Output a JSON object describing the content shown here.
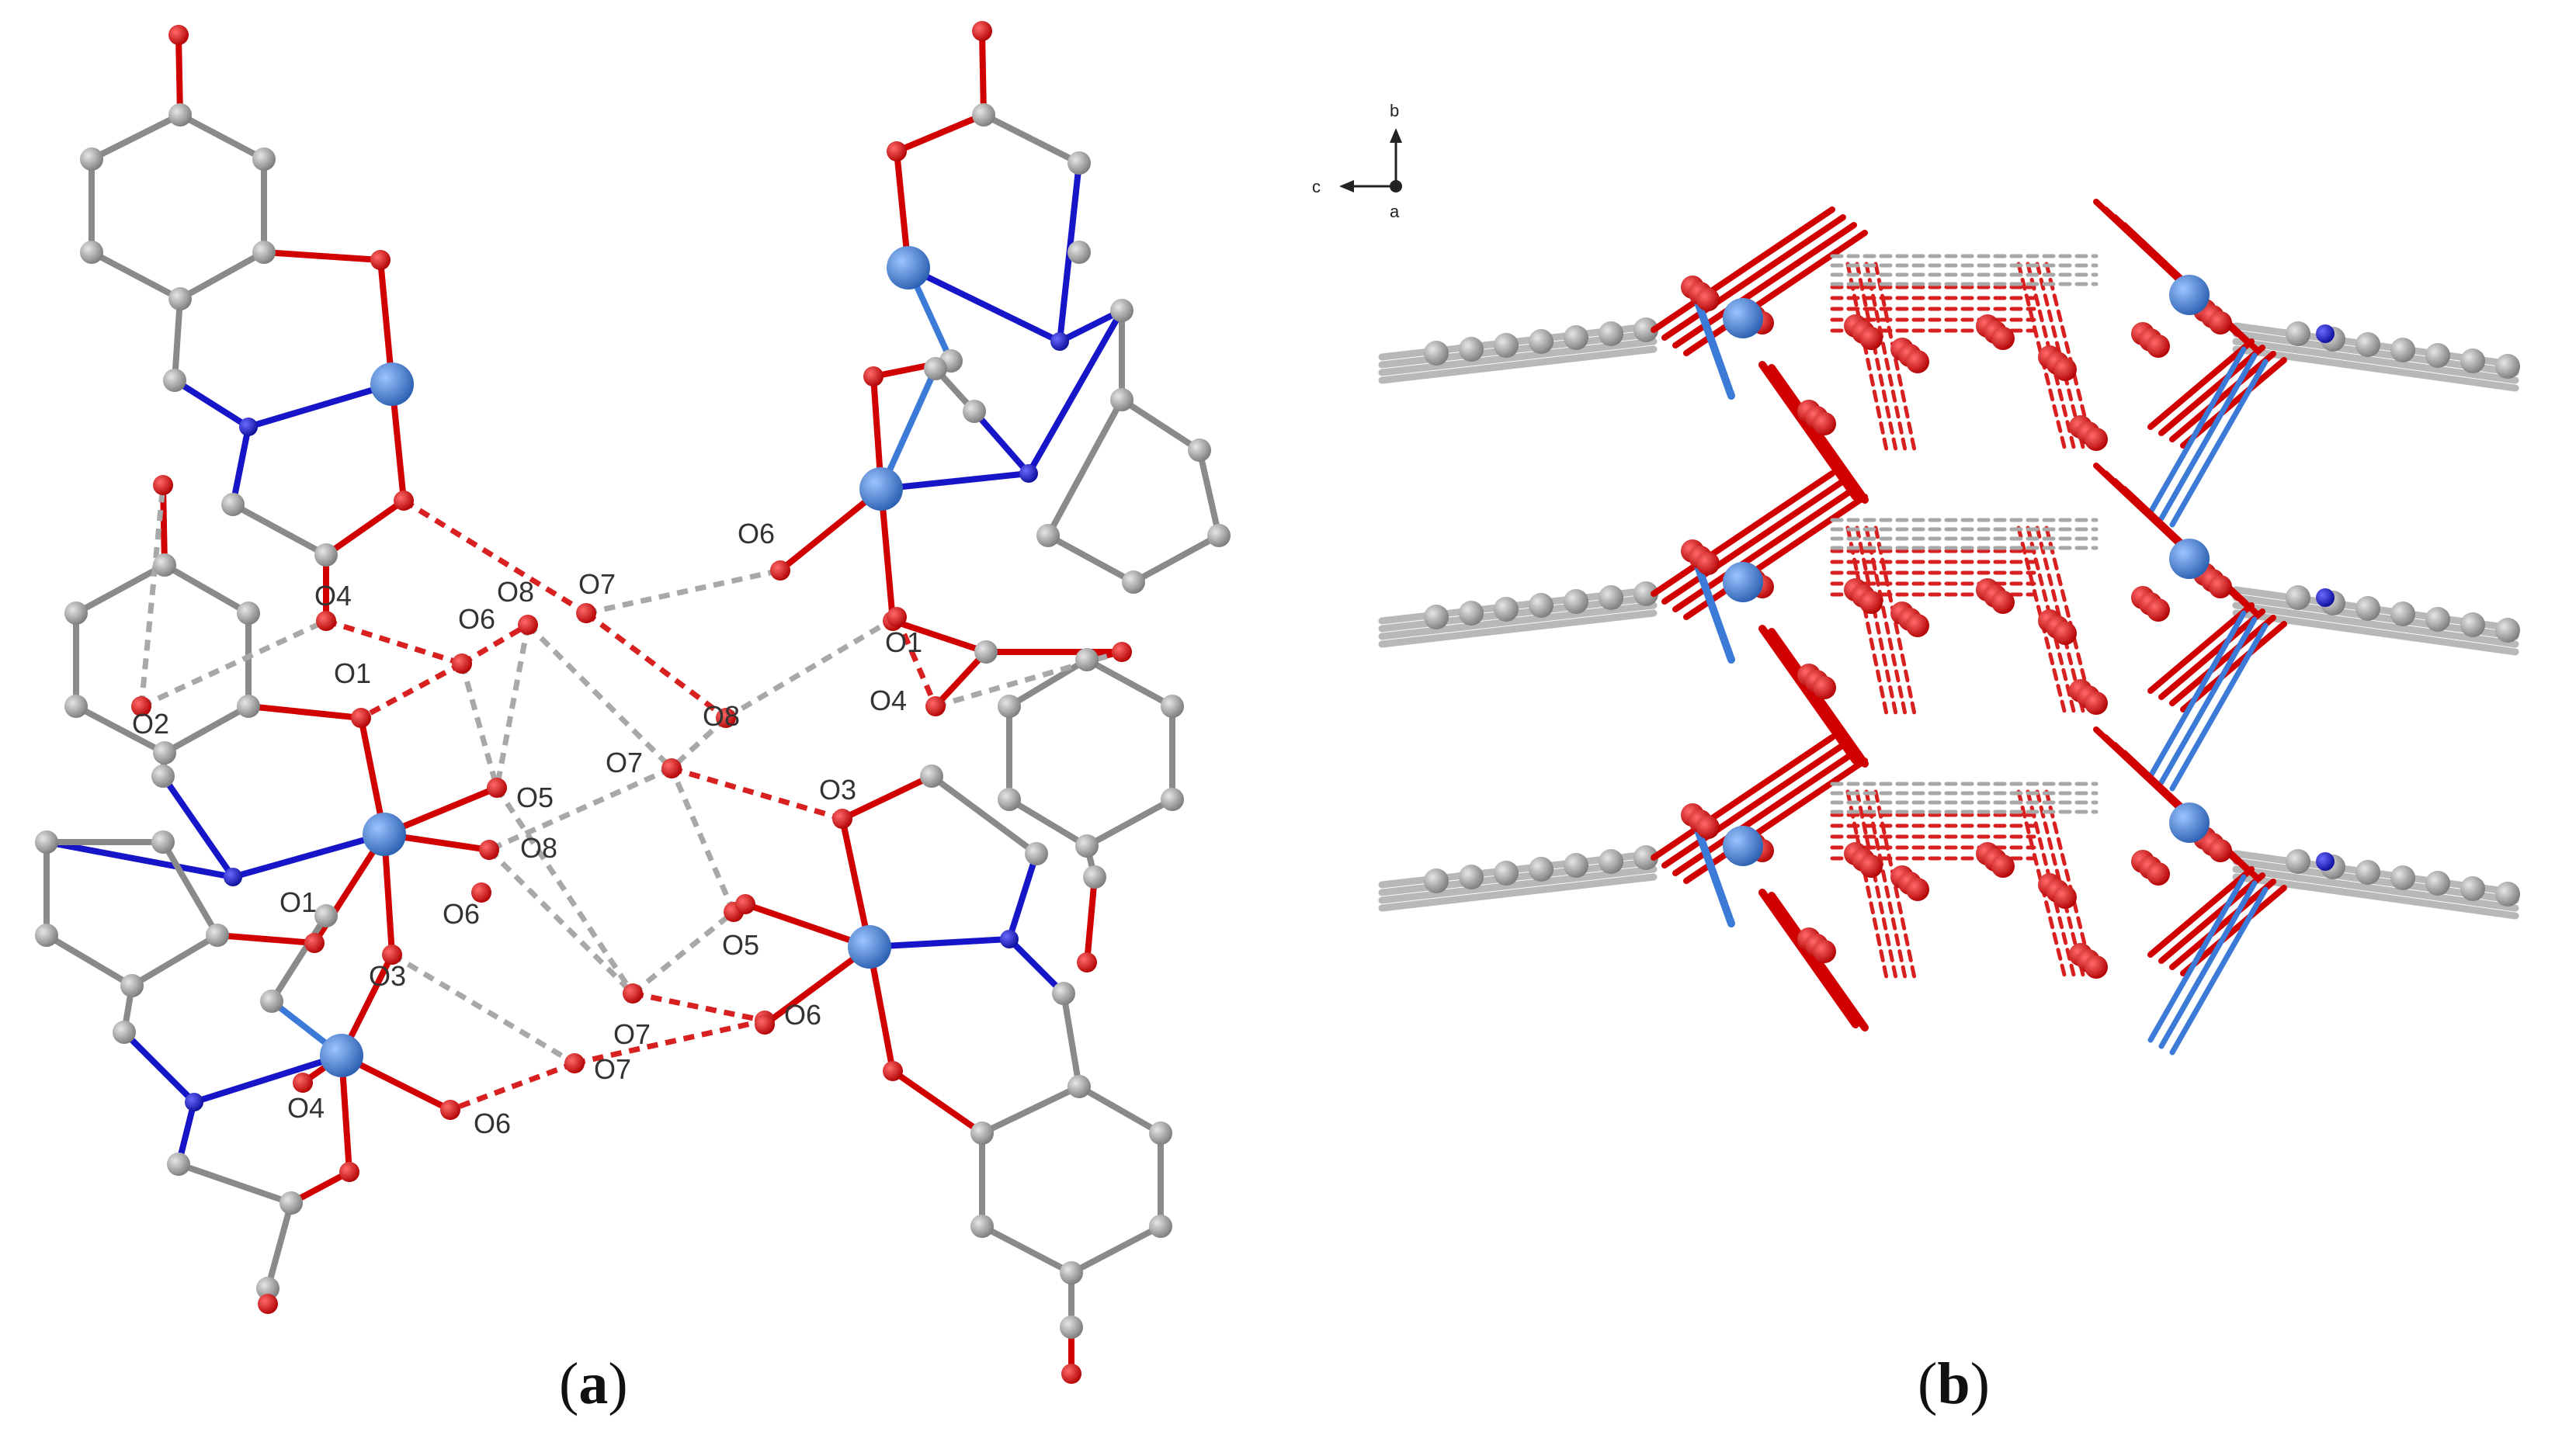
{
  "figure": {
    "panel_a": {
      "caption_letter": "a",
      "atom_labels": [
        "O4",
        "O8",
        "O7",
        "O6",
        "O6",
        "O1",
        "O1",
        "O2",
        "O8",
        "O4",
        "O7",
        "O3",
        "O5",
        "O8",
        "O6",
        "O1",
        "O5",
        "O3",
        "O7",
        "O6",
        "O7",
        "O4",
        "O6"
      ]
    },
    "panel_b": {
      "caption_letter": "b",
      "axes": {
        "b": "b",
        "c": "c",
        "a": "a"
      }
    }
  },
  "colors": {
    "carbon": "#8f8f8f",
    "oxygen": "#d10000",
    "nitrogen": "#1616c8",
    "metal": "#3b7ad6",
    "hydrogen_bond_red": "#d82020",
    "hydrogen_bond_grey": "#a8a8a8",
    "bond_grey": "#8a8a8a"
  }
}
